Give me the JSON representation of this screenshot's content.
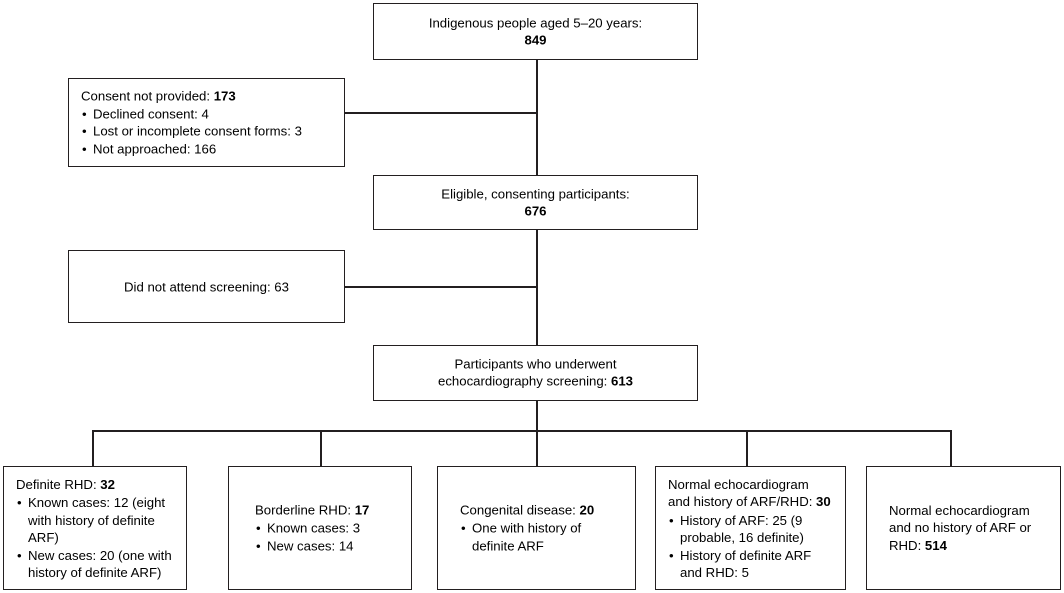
{
  "chart_data": {
    "type": "diagram",
    "title": "Participant flow diagram: Indigenous people aged 5-20 years RHD echocardiographic screening",
    "nodes": [
      {
        "id": "enrolled",
        "label": "Indigenous people aged 5–20 years:",
        "value": 849
      },
      {
        "id": "no_consent",
        "label": "Consent not provided:",
        "value": 173,
        "children": [
          {
            "label": "Declined consent:",
            "value": 4
          },
          {
            "label": "Lost or incomplete consent forms:",
            "value": 3
          },
          {
            "label": "Not approached:",
            "value": 166
          }
        ]
      },
      {
        "id": "eligible",
        "label": "Eligible, consenting participants:",
        "value": 676
      },
      {
        "id": "not_attend",
        "label": "Did not attend screening:",
        "value": 63
      },
      {
        "id": "screened",
        "label": "Participants who underwent echocardiography screening:",
        "value": 613
      },
      {
        "id": "definite_rhd",
        "label": "Definite RHD:",
        "value": 32,
        "children": [
          {
            "label": "Known cases: 12 (eight with history of definite ARF)"
          },
          {
            "label": "New cases: 20 (one with history of definite ARF)"
          }
        ]
      },
      {
        "id": "borderline_rhd",
        "label": "Borderline RHD:",
        "value": 17,
        "children": [
          {
            "label": "Known cases: 3"
          },
          {
            "label": "New cases: 14"
          }
        ]
      },
      {
        "id": "congenital",
        "label": "Congenital disease:",
        "value": 20,
        "children": [
          {
            "label": "One with history of definite ARF"
          }
        ]
      },
      {
        "id": "normal_hx",
        "label": "Normal echocardiogram and history of ARF/RHD:",
        "value": 30,
        "children": [
          {
            "label": "History of ARF: 25 (9 probable, 16 definite)"
          },
          {
            "label": "History of definite ARF and RHD: 5"
          }
        ]
      },
      {
        "id": "normal_nohx",
        "label": "Normal echocardiogram and no history of ARF or RHD:",
        "value": 514
      }
    ]
  },
  "boxes": {
    "enrolled": {
      "line1": "Indigenous people aged 5–20 years:",
      "value": "849"
    },
    "no_consent": {
      "header_text": "Consent not provided: ",
      "header_value": "173",
      "items": [
        "Declined consent: 4",
        "Lost or incomplete consent forms: 3",
        "Not approached: 166"
      ]
    },
    "eligible": {
      "line1": "Eligible, consenting participants:",
      "value": "676"
    },
    "not_attend": {
      "text": "Did not attend screening: 63"
    },
    "screened": {
      "line1": "Participants who underwent",
      "line2_text": "echocardiography screening: ",
      "line2_value": "613"
    },
    "definite_rhd": {
      "header_text": "Definite RHD: ",
      "header_value": "32",
      "items": [
        "Known cases: 12 (eight with history of definite ARF)",
        "New cases: 20 (one with history of definite ARF)"
      ]
    },
    "borderline_rhd": {
      "header_text": "Borderline RHD: ",
      "header_value": "17",
      "items": [
        "Known cases: 3",
        "New cases: 14"
      ]
    },
    "congenital": {
      "header_text": "Congenital disease: ",
      "header_value": "20",
      "items": [
        "One with history of definite ARF"
      ]
    },
    "normal_hx": {
      "header_line1": "Normal echocardiogram",
      "header_line2_text": "and history of ARF/RHD: ",
      "header_line2_value": "30",
      "items": [
        "History of ARF: 25 (9 probable, 16 definite)",
        "History of definite ARF and RHD: 5"
      ]
    },
    "normal_nohx": {
      "line1": "Normal echocardiogram",
      "line2": "and no history of ARF or",
      "line3_text": "RHD: ",
      "line3_value": "514"
    }
  },
  "colors": {
    "stroke": "#231f20",
    "background": "#ffffff",
    "text": "#000000"
  }
}
